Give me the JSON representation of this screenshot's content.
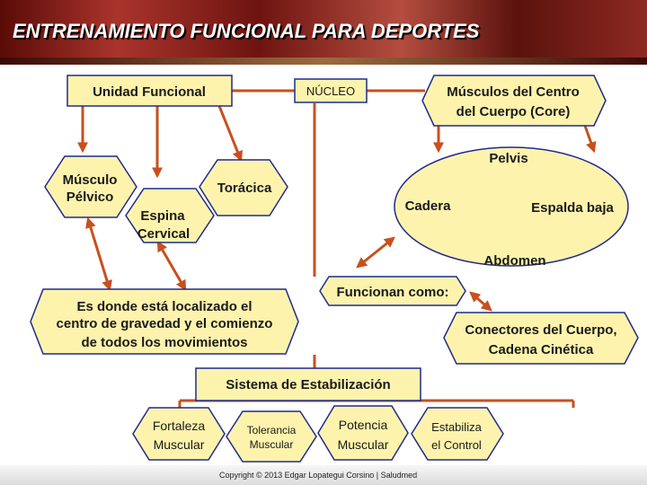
{
  "title": "ENTRENAMIENTO FUNCIONAL PARA DEPORTES",
  "nodes": {
    "unidad_funcional": "Unidad Funcional",
    "nucleo": "NÚCLEO",
    "musculos_core_1": "Músculos del Centro",
    "musculos_core_2": "del Cuerpo (Core)",
    "musculo_pelvico_1": "Músculo",
    "musculo_pelvico_2": "Pélvico",
    "toracica": "Torácica",
    "espina_cervical_1": "Espina",
    "espina_cervical_2": "Cervical",
    "pelvis": "Pelvis",
    "cadera": "Cadera",
    "espalda_baja": "Espalda baja",
    "abdomen": "Abdomen",
    "centro_gravedad_1": "Es donde está localizado el",
    "centro_gravedad_2": "centro de gravedad y el comienzo",
    "centro_gravedad_3": "de todos los movimientos",
    "funcionan_como": "Funcionan como:",
    "conectores_1": "Conectores del Cuerpo,",
    "conectores_2": "Cadena Cinética",
    "sistema": "Sistema de Estabilización",
    "fortaleza_1": "Fortaleza",
    "fortaleza_2": "Muscular",
    "tolerancia_1": "Tolerancia",
    "tolerancia_2": "Muscular",
    "potencia_1": "Potencia",
    "potencia_2": "Muscular",
    "estabiliza_1": "Estabiliza",
    "estabiliza_2": "el Control"
  },
  "footer": "Copyright © 2013 Edgar Lopategui Corsino | Saludmed",
  "colors": {
    "shape_fill": "#fdf3ad",
    "shape_stroke": "#1f2b8c",
    "arrow": "#c8501e",
    "header_red": "#8d2a22"
  }
}
